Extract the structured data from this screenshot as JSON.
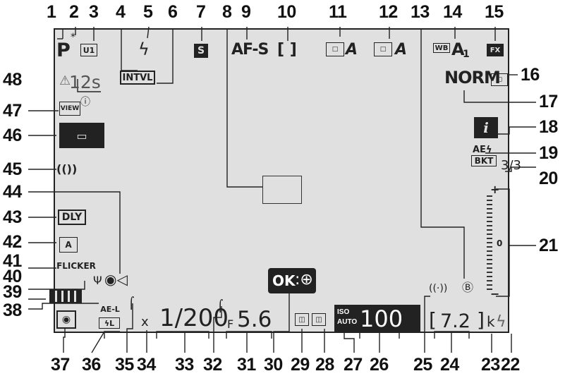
{
  "callouts": [
    "1",
    "2",
    "3",
    "4",
    "5",
    "6",
    "7",
    "8",
    "9",
    "10",
    "11",
    "12",
    "13",
    "14",
    "15",
    "16",
    "17",
    "18",
    "19",
    "20",
    "21",
    "22",
    "23",
    "24",
    "25",
    "26",
    "27",
    "28",
    "29",
    "30",
    "31",
    "32",
    "33",
    "34",
    "35",
    "36",
    "37",
    "38",
    "39",
    "40",
    "41",
    "42",
    "43",
    "44",
    "45",
    "46",
    "47",
    "48"
  ],
  "display": {
    "mode": "P",
    "mode_star": "*",
    "user_setting": "U1",
    "interval": "INTVL",
    "flash": "ϟ",
    "release": "S",
    "af_mode": "AF-S",
    "af_area": "[ ]",
    "picture_control": "A",
    "active_dlighting": "A",
    "wb_label": "WB",
    "wb_value": "A",
    "wb_sub": "1",
    "fx": "FX",
    "quality": "NORM",
    "info": "i",
    "bkt_top": "AEϟ",
    "bkt_bottom": "BKT",
    "bkt_count": "3/3",
    "exposure_plus": "+",
    "exposure_zero": "0",
    "exposure_minus": "−",
    "flash_ready": "ϟ",
    "k": "k",
    "remaining": "7.2",
    "iso_label": "ISO",
    "iso_auto": "AUTO",
    "iso_value": "100",
    "ok": "OK",
    "aperture_f": "F",
    "aperture": "5.6",
    "shutter": "1/200",
    "x": "x",
    "aeL": "AE-L",
    "fL": "ϟL",
    "flicker": "FLICKER",
    "delay": "DLY",
    "viewfinder_a": "A",
    "view": "VIEW",
    "interval_time": "12s",
    "wifi": "((·))",
    "vr": "(())"
  }
}
